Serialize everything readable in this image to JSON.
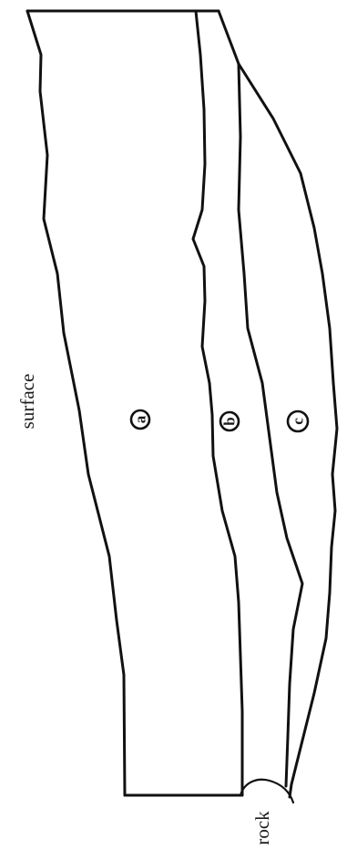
{
  "labels": {
    "surface": "surface",
    "rock": "rock"
  },
  "horizons": [
    {
      "id": "a",
      "mark": "a"
    },
    {
      "id": "b",
      "mark": "b"
    },
    {
      "id": "c",
      "mark": "c"
    }
  ],
  "colors": {
    "ink": "#111111",
    "background": "#ffffff"
  }
}
